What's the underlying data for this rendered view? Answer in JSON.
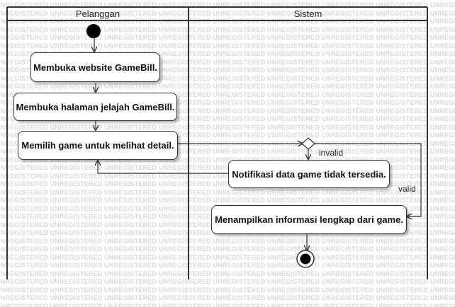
{
  "watermark": "UNREGISTERED",
  "swimlanes": [
    {
      "title": "Pelanggan"
    },
    {
      "title": "Sistem"
    }
  ],
  "activities": {
    "open_website": "Membuka website GameBill.",
    "open_explore": "Membuka halaman jelajah GameBill.",
    "choose_game": "Memilih game untuk melihat detail.",
    "notify_unavailable": "Notifikasi data game tidak tersedia.",
    "show_info": "Menampilkan informasi lengkap dari game."
  },
  "guards": {
    "invalid": "invalid",
    "valid": "valid"
  },
  "colors": {
    "line": "#333333",
    "watermark": "#d9d9d9",
    "node_fill": "#ffffff",
    "initial": "#000000"
  }
}
